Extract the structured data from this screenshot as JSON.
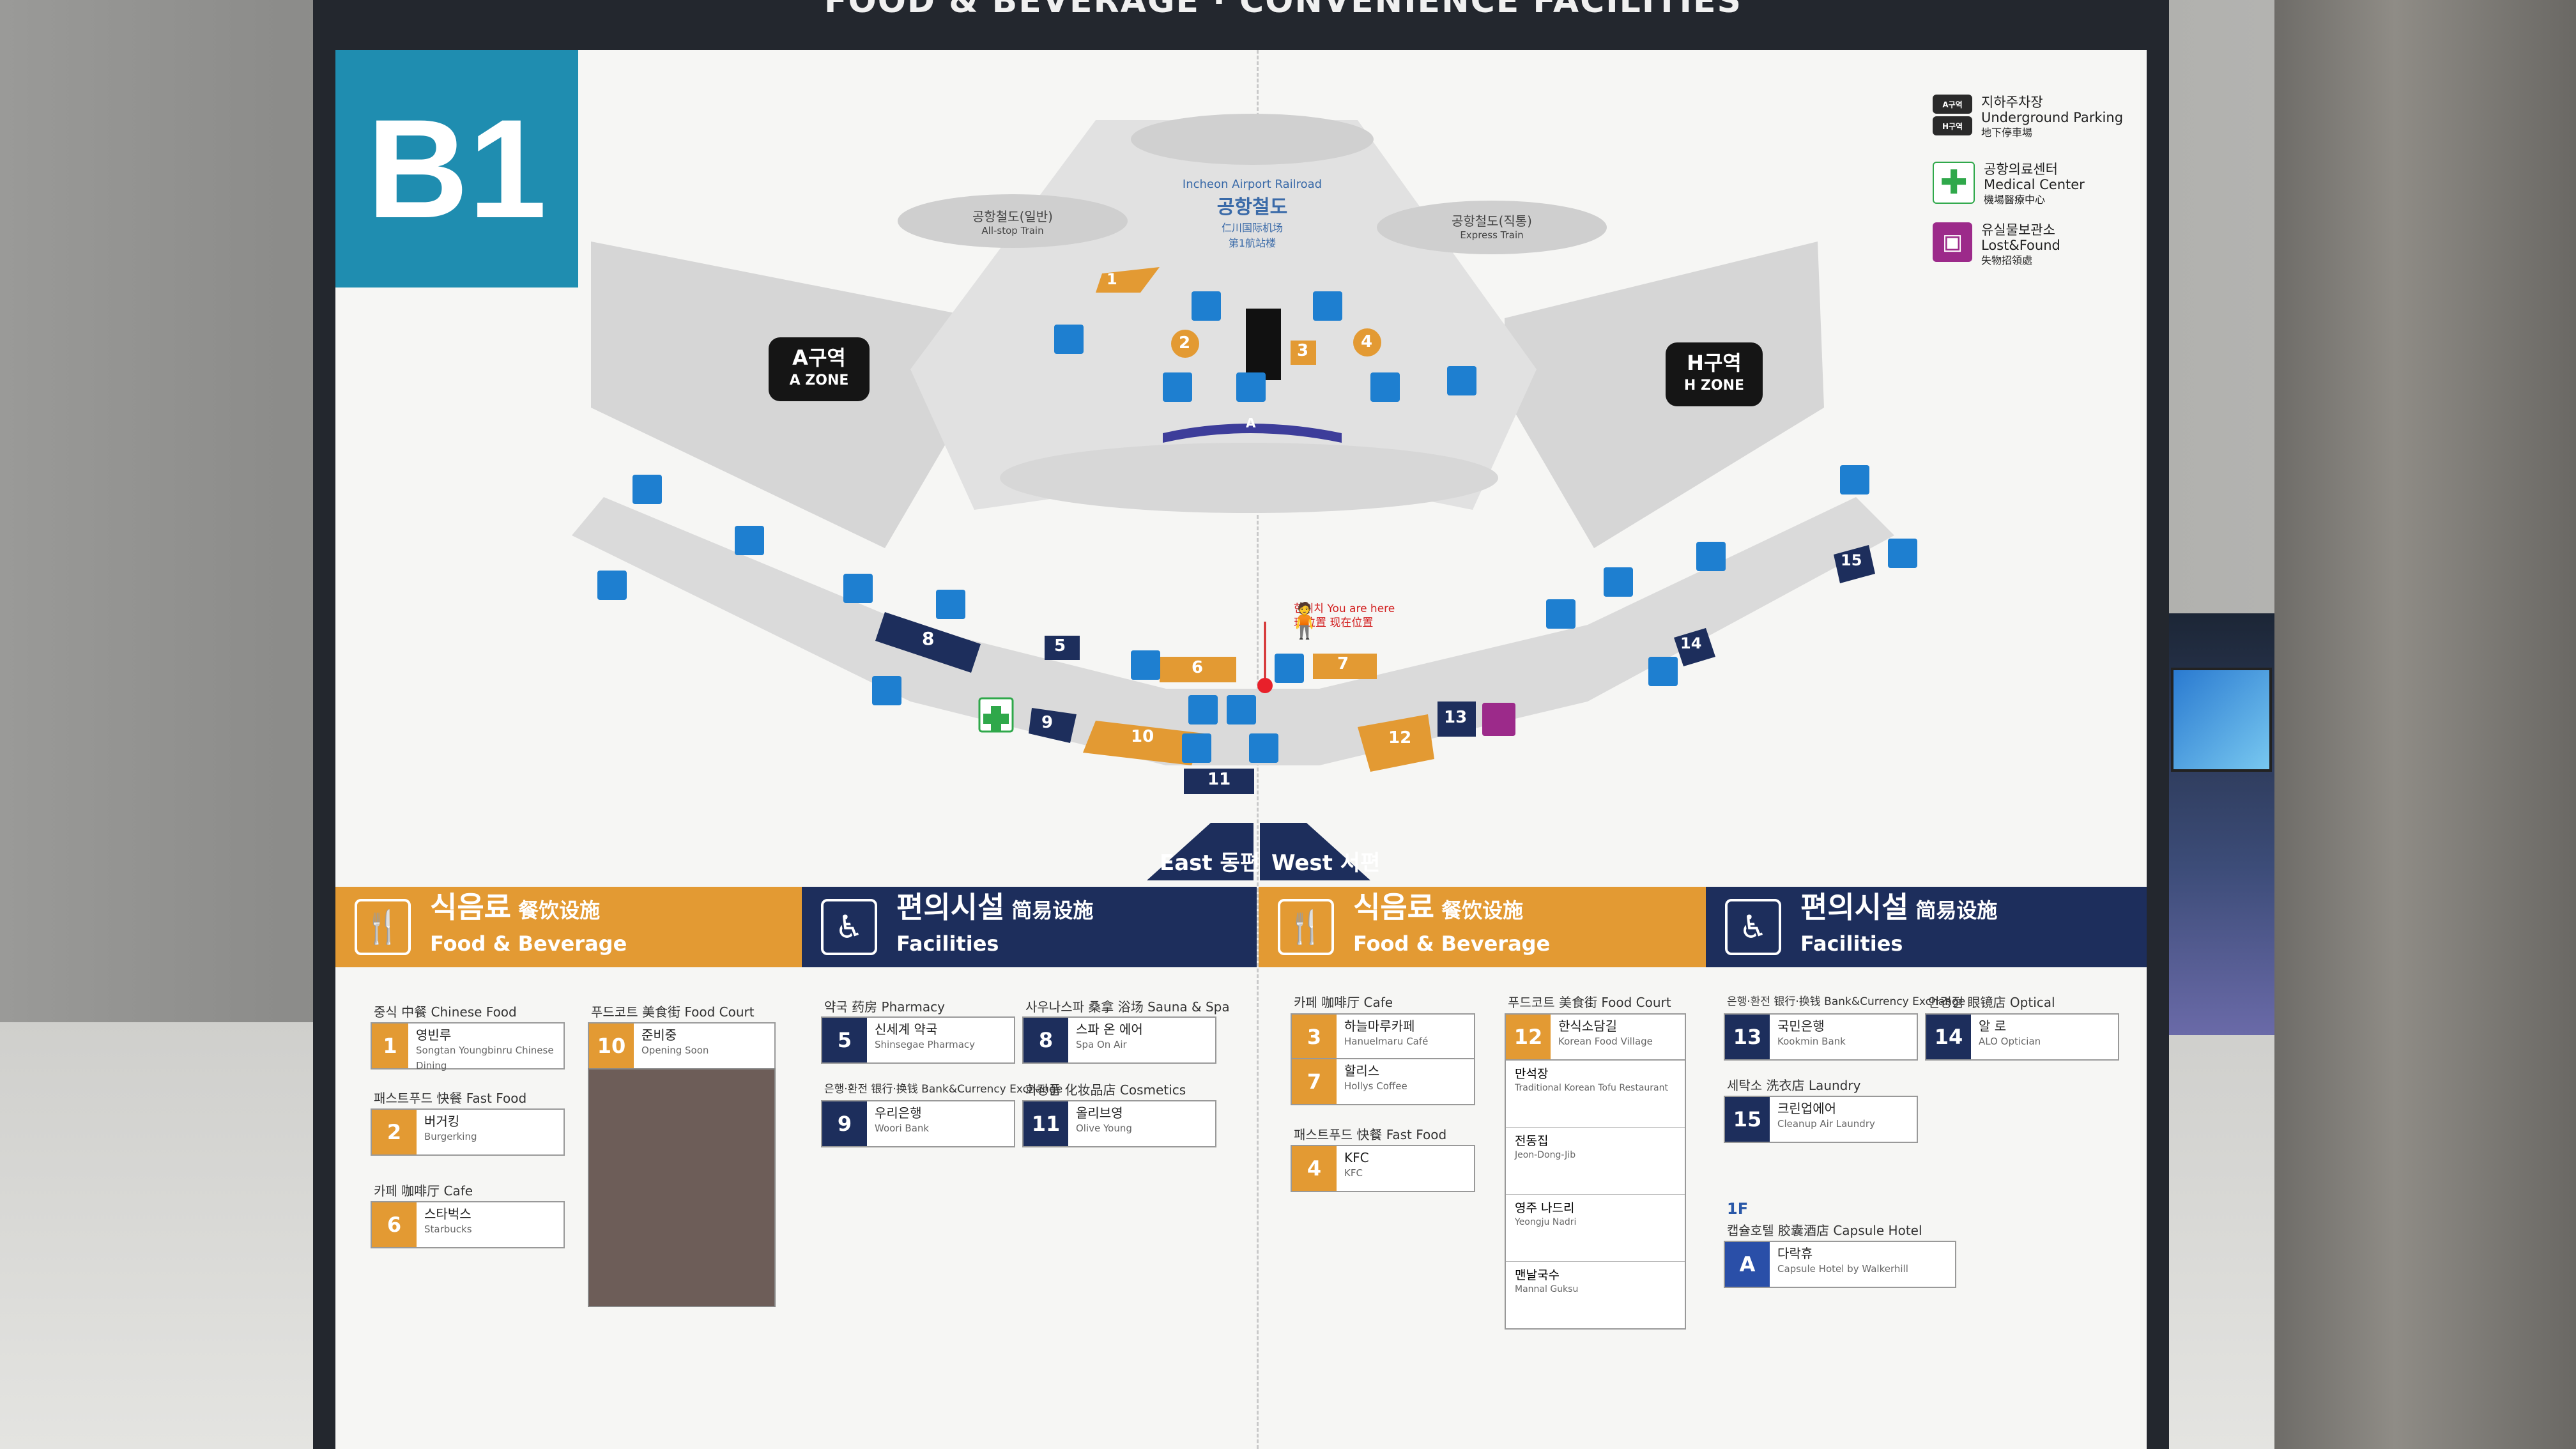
{
  "header": {
    "title": "FOOD & BEVERAGE · CONVENIENCE FACILITIES"
  },
  "floor": {
    "label": "B1"
  },
  "map": {
    "railroad": {
      "en": "Incheon Airport Railroad",
      "ko": "공항철도",
      "zh1": "仁川国际机场",
      "zh2": "第1航站楼"
    },
    "trains": [
      {
        "ko": "공항철도(일반)",
        "en": "All-stop Train"
      },
      {
        "ko": "공항철도(직통)",
        "en": "Express Train"
      }
    ],
    "zones": [
      {
        "ko": "A구역",
        "en": "A ZONE"
      },
      {
        "ko": "H구역",
        "en": "H ZONE"
      }
    ],
    "gate_label": "A",
    "you_are_here": {
      "ko": "현위치",
      "en": "You are here",
      "zh": "现位置 现在位置"
    },
    "markers": [
      "1",
      "2",
      "3",
      "4",
      "5",
      "6",
      "7",
      "8",
      "9",
      "10",
      "11",
      "12",
      "13",
      "14",
      "15"
    ],
    "directions": {
      "east": "East 동편",
      "west": "West 서편"
    }
  },
  "legend": [
    {
      "icon_a": "A구역",
      "icon_b": "H구역",
      "ko": "지하주차장",
      "en": "Underground Parking",
      "zh": "地下停車場"
    },
    {
      "icon": "medical-cross-icon",
      "ko": "공항의료센터",
      "en": "Medical Center",
      "zh": "機場醫療中心"
    },
    {
      "icon": "lost-found-icon",
      "ko": "유실물보관소",
      "en": "Lost&Found",
      "zh": "失物招領處"
    }
  ],
  "colors": {
    "orange": "#e39a33",
    "navy": "#1d2e5c",
    "teal": "#1f8db0",
    "blue": "#1e7fd0"
  },
  "sections": {
    "east_food": {
      "ko": "식음료",
      "zh": "餐饮设施",
      "en": "Food & Beverage"
    },
    "east_fac": {
      "ko": "편의시설",
      "zh": "简易设施",
      "en": "Facilities"
    },
    "west_food": {
      "ko": "식음료",
      "zh": "餐饮设施",
      "en": "Food & Beverage"
    },
    "west_fac": {
      "ko": "편의시설",
      "zh": "简易设施",
      "en": "Facilities"
    }
  },
  "east_food": {
    "cats": [
      "중식 中餐 Chinese Food",
      "패스트푸드 快餐 Fast Food",
      "카페 咖啡厅 Cafe",
      "푸드코트 美食街 Food Court"
    ],
    "items": [
      {
        "num": "1",
        "ko": "영빈루",
        "en": "Songtan Youngbinru Chinese Dining"
      },
      {
        "num": "2",
        "ko": "버거킹",
        "en": "Burgerking"
      },
      {
        "num": "6",
        "ko": "스타벅스",
        "en": "Starbucks"
      },
      {
        "num": "10",
        "ko": "준비중",
        "en": "Opening Soon"
      }
    ]
  },
  "east_fac": {
    "cats": [
      "약국 药房 Pharmacy",
      "사우나스파 桑拿 浴场 Sauna & Spa",
      "은행·환전 银行·换钱 Bank&Currency Exchange",
      "화장품 化妆品店 Cosmetics"
    ],
    "items": [
      {
        "num": "5",
        "ko": "신세계 약국",
        "en": "Shinsegae Pharmacy"
      },
      {
        "num": "8",
        "ko": "스파 온 에어",
        "en": "Spa On Air"
      },
      {
        "num": "9",
        "ko": "우리은행",
        "en": "Woori Bank"
      },
      {
        "num": "11",
        "ko": "올리브영",
        "en": "Olive Young"
      }
    ]
  },
  "west_food": {
    "cats": [
      "카페 咖啡厅 Cafe",
      "패스트푸드 快餐 Fast Food",
      "푸드코트 美食街 Food Court"
    ],
    "items": [
      {
        "num": "3",
        "ko": "하늘마루카페",
        "en": "Hanuelmaru Café"
      },
      {
        "num": "7",
        "ko": "할리스",
        "en": "Hollys Coffee"
      },
      {
        "num": "4",
        "ko": "KFC",
        "en": "KFC"
      },
      {
        "num": "12",
        "ko": "한식소담길",
        "en": "Korean Food Village"
      }
    ],
    "court": [
      {
        "ko": "만석장",
        "en": "Traditional Korean Tofu Restaurant"
      },
      {
        "ko": "전동집",
        "en": "Jeon-Dong-Jib"
      },
      {
        "ko": "영주 나드리",
        "en": "Yeongju Nadri"
      },
      {
        "ko": "맨날국수",
        "en": "Mannal Guksu"
      }
    ]
  },
  "west_fac": {
    "cats": [
      "은행·환전 银行·换钱 Bank&Currency Exchange",
      "안경점 眼镜店 Optical",
      "세탁소 洗衣店 Laundry"
    ],
    "items": [
      {
        "num": "13",
        "ko": "국민은행",
        "en": "Kookmin Bank"
      },
      {
        "num": "14",
        "ko": "알 로",
        "en": "ALO Optician"
      },
      {
        "num": "15",
        "ko": "크린업에어",
        "en": "Cleanup Air Laundry"
      }
    ],
    "floor_note": "1F",
    "capsule_cat": "캡슐호텔 胶囊酒店 Capsule Hotel",
    "capsule": {
      "num": "A",
      "ko": "다락휴",
      "en": "Capsule Hotel by Walkerhill"
    }
  }
}
